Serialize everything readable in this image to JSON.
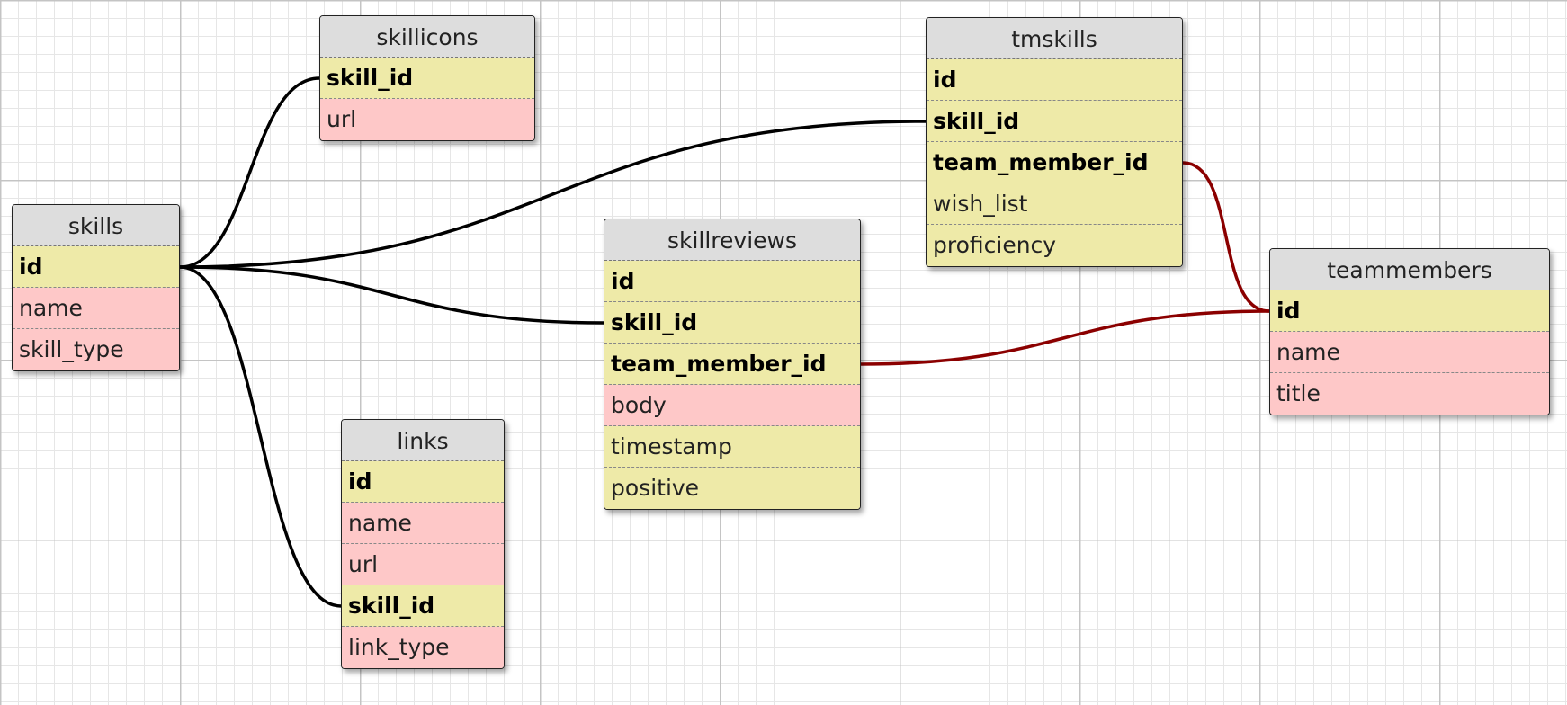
{
  "colors": {
    "yellow_field": "#eeeaa8",
    "pink_field": "#fec8c8",
    "header": "#dddddd",
    "relation_black": "#000000",
    "relation_red": "#8b0000"
  },
  "tables": {
    "skillicons": {
      "name": "skillicons",
      "columns": [
        {
          "label": "skill_id",
          "key": true,
          "color": "yellow"
        },
        {
          "label": "url",
          "key": false,
          "color": "pink"
        }
      ]
    },
    "skills": {
      "name": "skills",
      "columns": [
        {
          "label": "id",
          "key": true,
          "color": "yellow"
        },
        {
          "label": "name",
          "key": false,
          "color": "pink"
        },
        {
          "label": "skill_type",
          "key": false,
          "color": "pink"
        }
      ]
    },
    "tmskills": {
      "name": "tmskills",
      "columns": [
        {
          "label": "id",
          "key": true,
          "color": "yellow"
        },
        {
          "label": "skill_id",
          "key": true,
          "color": "yellow"
        },
        {
          "label": "team_member_id",
          "key": true,
          "color": "yellow"
        },
        {
          "label": "wish_list",
          "key": false,
          "color": "yellow"
        },
        {
          "label": "proficiency",
          "key": false,
          "color": "yellow"
        }
      ]
    },
    "skillreviews": {
      "name": "skillreviews",
      "columns": [
        {
          "label": "id",
          "key": true,
          "color": "yellow"
        },
        {
          "label": "skill_id",
          "key": true,
          "color": "yellow"
        },
        {
          "label": "team_member_id",
          "key": true,
          "color": "yellow"
        },
        {
          "label": "body",
          "key": false,
          "color": "pink"
        },
        {
          "label": "timestamp",
          "key": false,
          "color": "yellow"
        },
        {
          "label": "positive",
          "key": false,
          "color": "yellow"
        }
      ]
    },
    "teammembers": {
      "name": "teammembers",
      "columns": [
        {
          "label": "id",
          "key": true,
          "color": "yellow"
        },
        {
          "label": "name",
          "key": false,
          "color": "pink"
        },
        {
          "label": "title",
          "key": false,
          "color": "pink"
        }
      ]
    },
    "links": {
      "name": "links",
      "columns": [
        {
          "label": "id",
          "key": true,
          "color": "yellow"
        },
        {
          "label": "name",
          "key": false,
          "color": "pink"
        },
        {
          "label": "url",
          "key": false,
          "color": "pink"
        },
        {
          "label": "skill_id",
          "key": true,
          "color": "yellow"
        },
        {
          "label": "link_type",
          "key": false,
          "color": "pink"
        }
      ]
    }
  },
  "relations": [
    {
      "from": "skills.id",
      "to": "skillicons.skill_id",
      "color": "relation_black"
    },
    {
      "from": "skills.id",
      "to": "tmskills.skill_id",
      "color": "relation_black"
    },
    {
      "from": "skills.id",
      "to": "skillreviews.skill_id",
      "color": "relation_black"
    },
    {
      "from": "skills.id",
      "to": "links.skill_id",
      "color": "relation_black"
    },
    {
      "from": "teammembers.id",
      "to": "tmskills.team_member_id",
      "color": "relation_red"
    },
    {
      "from": "teammembers.id",
      "to": "skillreviews.team_member_id",
      "color": "relation_red"
    }
  ]
}
